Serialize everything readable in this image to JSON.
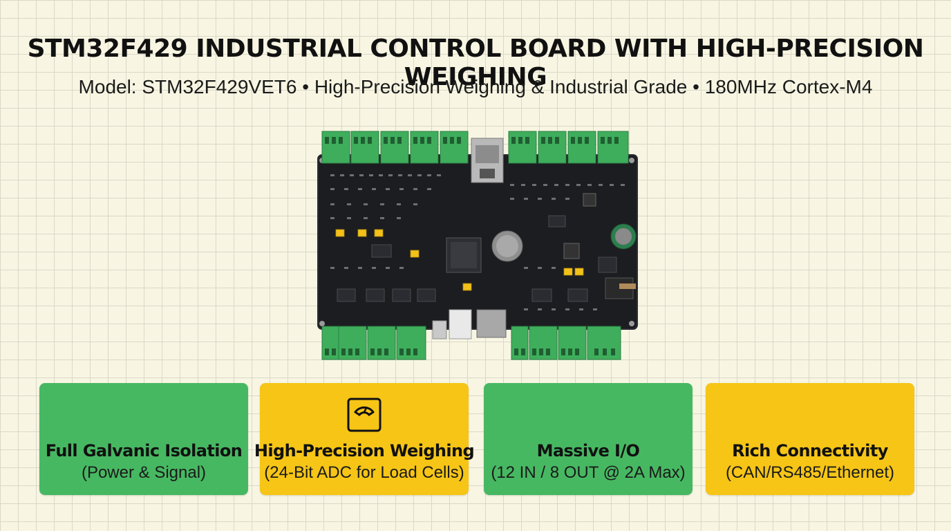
{
  "header": {
    "title": "STM32F429 INDUSTRIAL CONTROL BOARD WITH HIGH-PRECISION WEIGHING",
    "subtitle": "Model: STM32F429VET6 • High-Precision Weighing & Industrial Grade • 180MHz Cortex-M4"
  },
  "board": {
    "icon": "pcb-board-photo",
    "colors": {
      "pcb": "#1c1d21",
      "terminal": "#3fae5c",
      "jumper": "#f2c21a"
    }
  },
  "features": [
    {
      "title": "Full Galvanic Isolation",
      "subtitle": "(Power & Signal)",
      "color": "#47b862"
    },
    {
      "title": "High-Precision Weighing",
      "subtitle": "(24-Bit ADC for Load Cells)",
      "color": "#f6c516",
      "icon": "scale-icon"
    },
    {
      "title": "Massive I/O",
      "subtitle": "(12 IN / 8 OUT @ 2A Max)",
      "color": "#47b862"
    },
    {
      "title": "Rich Connectivity",
      "subtitle": "(CAN/RS485/Ethernet)",
      "color": "#f6c516"
    }
  ]
}
